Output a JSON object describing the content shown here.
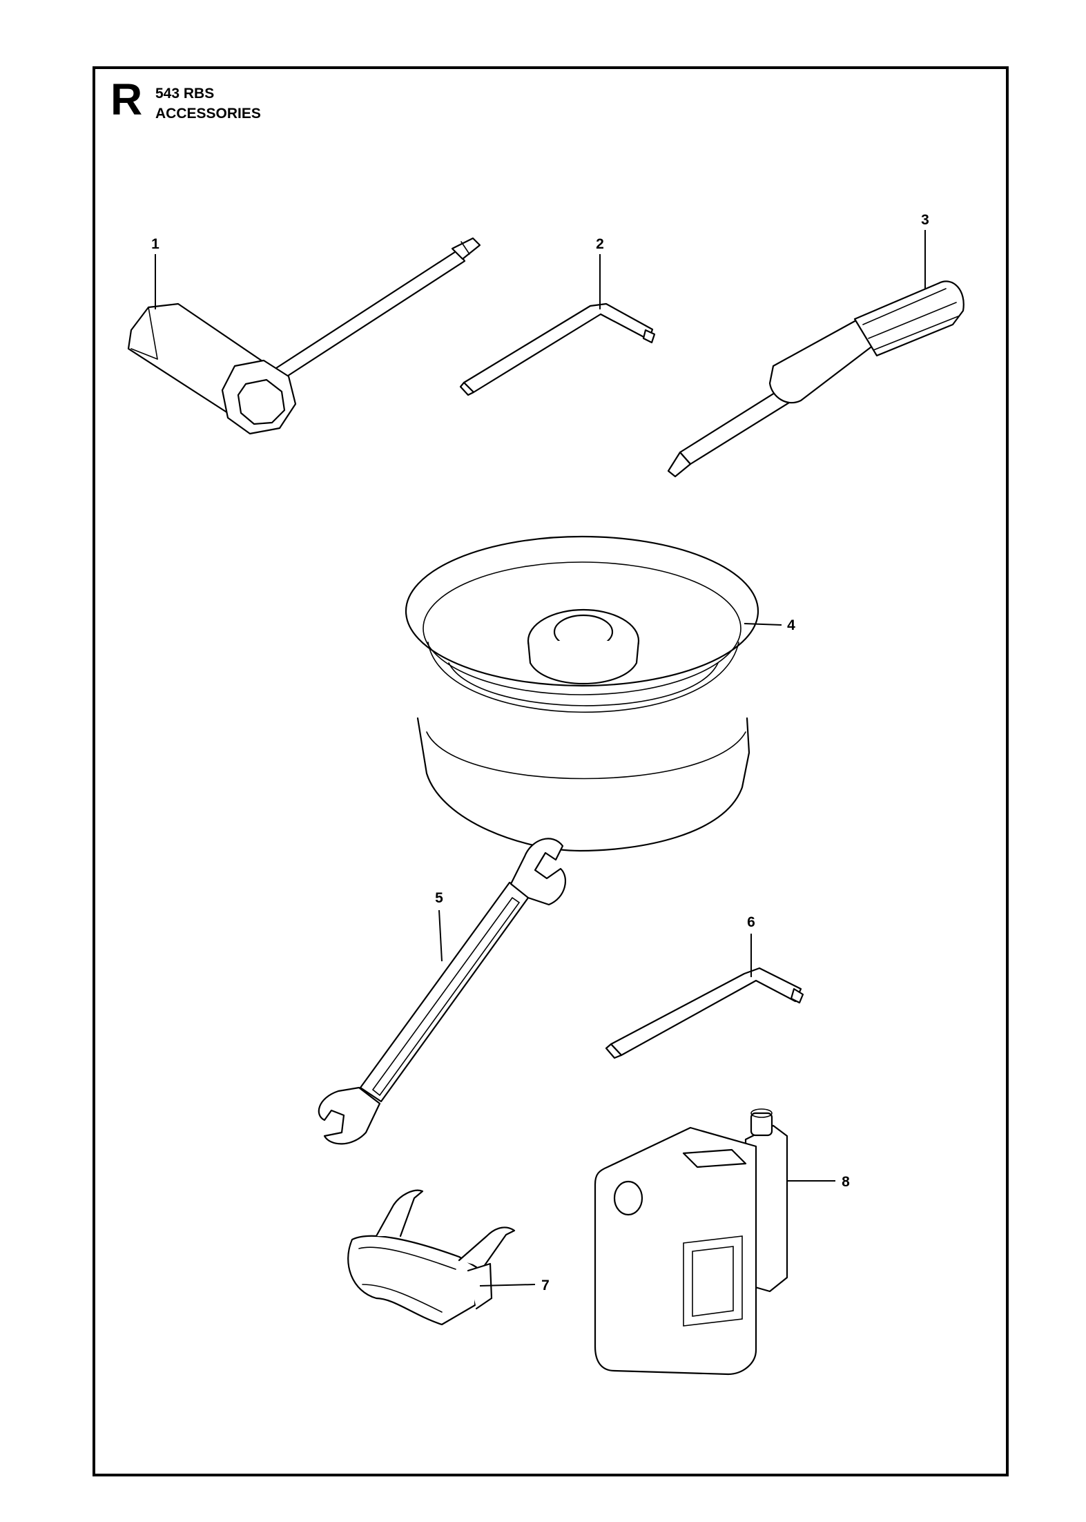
{
  "header": {
    "section_letter": "R",
    "model": "543 RBS",
    "title": "ACCESSORIES"
  },
  "callouts": [
    {
      "id": "1",
      "label": "1",
      "part": "spark-plug-wrench"
    },
    {
      "id": "2",
      "label": "2",
      "part": "hex-key-small"
    },
    {
      "id": "3",
      "label": "3",
      "part": "screwdriver"
    },
    {
      "id": "4",
      "label": "4",
      "part": "support-cup"
    },
    {
      "id": "5",
      "label": "5",
      "part": "open-end-wrench"
    },
    {
      "id": "6",
      "label": "6",
      "part": "hex-key-large"
    },
    {
      "id": "7",
      "label": "7",
      "part": "protective-goggles"
    },
    {
      "id": "8",
      "label": "8",
      "part": "fuel-can"
    }
  ]
}
